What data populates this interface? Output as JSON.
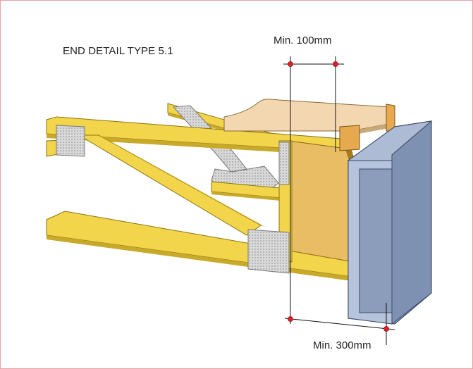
{
  "diagram": {
    "title": "END DETAIL TYPE 5.1",
    "dimension_top": "Min. 100mm",
    "dimension_bottom": "Min. 300mm"
  },
  "colors": {
    "timber_yellow": "#f2d54a",
    "timber_shadow": "#c8a92a",
    "block_timber": "#e9bd63",
    "deck_board": "#f3d7b0",
    "steel_beam": "#8b9dbb",
    "steel_face": "#aebbd4",
    "dimension_red": "#e0202a",
    "frame_border": "#e7a3a3"
  }
}
